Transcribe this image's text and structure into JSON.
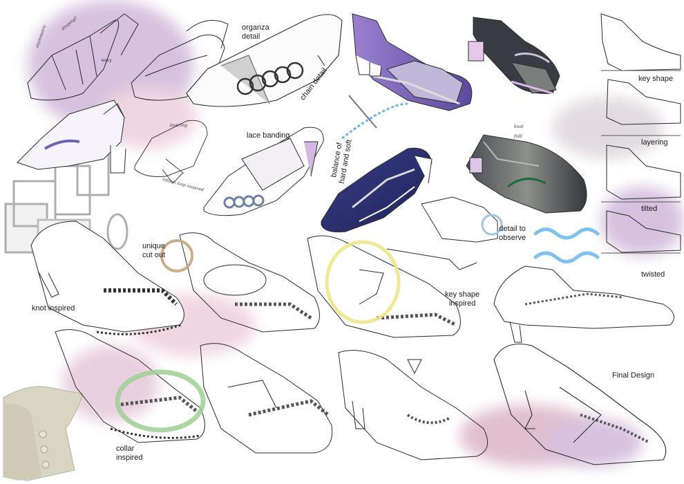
{
  "labels": {
    "organza": "organza\ndetail",
    "chain": "chain detail",
    "lace_banding": "lace banding",
    "balance": "balance of\nhard and soft",
    "unique_cutout": "unique\ncut out",
    "knot_inspired": "knot inspired",
    "key_shape_inspired": "key shape\ninspired",
    "detail_to_observe": "detail to\nobserve",
    "collar_inspired": "collar\ninspired",
    "final_design": "Final Design"
  },
  "side_labels": [
    "key shape",
    "layering",
    "tilted",
    "twisted"
  ],
  "handwritten_notes": [
    "asymmetric",
    "draping?",
    "layering",
    "ribbon loop inspired",
    "knot",
    "wavy",
    "fold"
  ],
  "colors": {
    "watercolor_lilac": "#b58fc4",
    "watercolor_pink": "#e3b4c8",
    "watercolor_grey": "#c9bec6",
    "navy": "#2b2f6e",
    "purple": "#7d6bb8",
    "highlight_tan": "#c4a57c",
    "highlight_yellow": "#efe58a",
    "highlight_green": "#9fcf95",
    "highlight_blue": "#9dc6e3",
    "ink": "#2a2a2a"
  }
}
